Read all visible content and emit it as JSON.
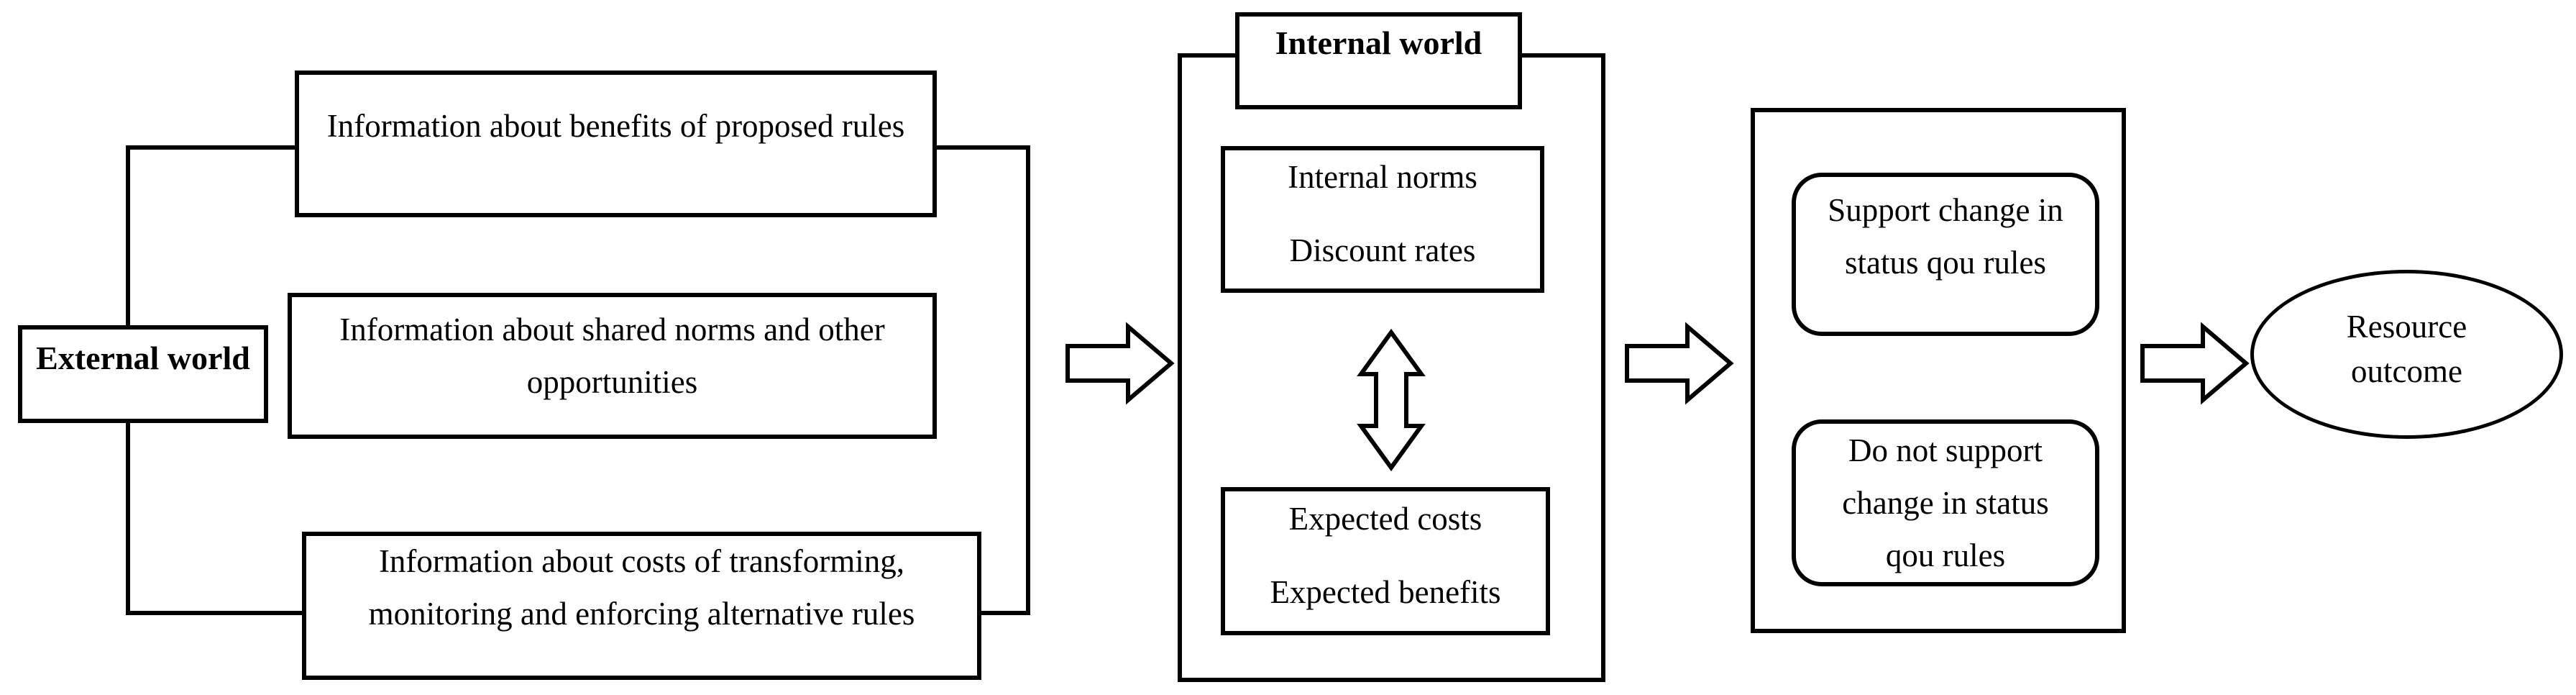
{
  "diagram": {
    "colors": {
      "stroke": "#000000",
      "background": "#ffffff"
    },
    "external": {
      "label": "External world"
    },
    "info_boxes": [
      {
        "text": "Information about benefits of proposed rules",
        "lines": [
          "Information about benefits of proposed rules"
        ]
      },
      {
        "text": "Information about shared norms and other opportunities",
        "lines": [
          "Information about shared norms and other",
          "opportunities"
        ]
      },
      {
        "text": "Information about costs of transforming, monitoring and enforcing alternative rules",
        "lines": [
          "Information about costs of transforming,",
          "monitoring and enforcing alternative rules"
        ]
      }
    ],
    "internal": {
      "title": "Internal world",
      "top_box": {
        "text": "Internal norms / Discount rates",
        "lines": [
          "Internal norms",
          "Discount rates"
        ]
      },
      "bottom_box": {
        "text": "Expected costs / Expected benefits",
        "lines": [
          "Expected costs",
          "Expected benefits"
        ]
      }
    },
    "decision": {
      "support": {
        "text": "Support change in status qou rules",
        "lines": [
          "Support change in",
          "status qou rules"
        ]
      },
      "not_support": {
        "text": "Do not support change in status qou rules",
        "lines": [
          "Do not support",
          "change in status",
          "qou rules"
        ]
      }
    },
    "outcome": {
      "text": "Resource outcome",
      "lines": [
        "Resource",
        "outcome"
      ]
    }
  }
}
